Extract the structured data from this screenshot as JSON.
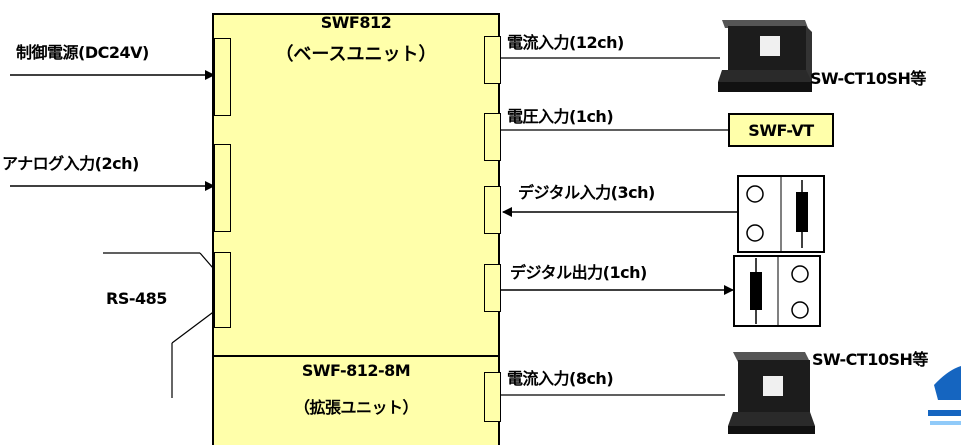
{
  "base_unit": {
    "model": "SWF812",
    "label": "（ベースユニット）"
  },
  "expansion_unit": {
    "model": "SWF-812-8M",
    "label": "（拡張ユニット）"
  },
  "inputs_left": {
    "power": "制御電源(DC24V)",
    "analog": "アナログ入力(2ch)",
    "rs485": "RS-485"
  },
  "right_labels": {
    "current_12ch": "電流入力(12ch)",
    "voltage_1ch": "電圧入力(1ch)",
    "digital_in": "デジタル入力(3ch)",
    "digital_out": "デジタル出力(1ch)",
    "current_8ch": "電流入力(8ch)"
  },
  "devices": {
    "ct_sensor_1": "SW-CT10SH等",
    "vt_box": "SWF-VT",
    "ct_sensor_2": "SW-CT10SH等"
  },
  "colors": {
    "unit_fill": "#ffffaa",
    "sensor_dark": "#1a1a1a",
    "corner_logo": "#1565c0"
  }
}
